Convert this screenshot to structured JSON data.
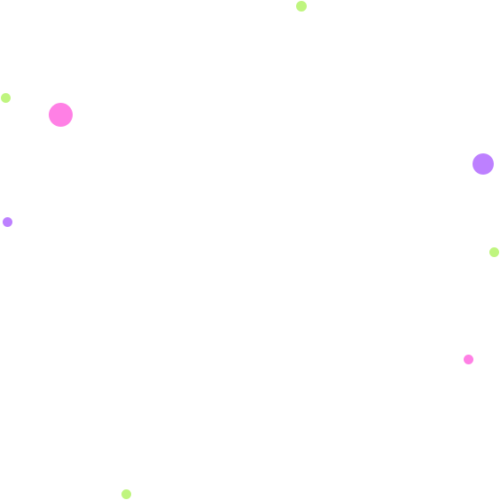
{
  "colors": {
    "background": "#ffffff",
    "green": "#bff57f",
    "pink": "#ff80e5",
    "purple": "#bd80ff"
  },
  "dots": [
    {
      "name": "green-dot-top",
      "color": "#bff57f"
    },
    {
      "name": "green-dot-left-upper",
      "color": "#bff57f"
    },
    {
      "name": "pink-dot-large",
      "color": "#ff80e5"
    },
    {
      "name": "purple-dot-large",
      "color": "#bd80ff"
    },
    {
      "name": "purple-dot-small",
      "color": "#bd80ff"
    },
    {
      "name": "green-dot-right",
      "color": "#bff57f"
    },
    {
      "name": "pink-dot-small",
      "color": "#ff80e5"
    },
    {
      "name": "green-dot-bottom",
      "color": "#bff57f"
    }
  ]
}
